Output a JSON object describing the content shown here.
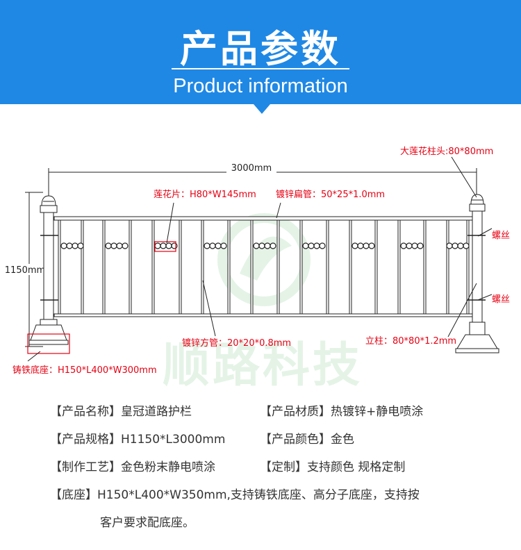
{
  "header": {
    "title_cn": "产品参数",
    "title_en": "Product information"
  },
  "watermark": "顺路科技",
  "diagram": {
    "width_label": "3000mm",
    "height_label": "1150mm",
    "post_head_label": "大莲花柱头:80*80mm",
    "lotus_label": "莲花片：H80*W145mm",
    "flat_tube_label": "镀锌扁管：50*25*1.0mm",
    "screw_label_1": "螺丝",
    "screw_label_2": "螺丝",
    "square_tube_label": "镀锌方管：20*20*0.8mm",
    "post_label": "立柱：80*80*1.2mm",
    "base_label": "铸铁底座：H150*L400*W300mm",
    "colors": {
      "red": "#e60012",
      "line": "#222222",
      "banner": "#1f88e5"
    }
  },
  "specs": {
    "rows": [
      {
        "left": "【产品名称】皇冠道路护栏",
        "right": "【产品材质】热镀锌+静电喷涂"
      },
      {
        "left": "【产品规格】H1150*L3000mm",
        "right": "【产品颜色】金色"
      },
      {
        "left": "【制作工艺】金色粉末静电喷涂",
        "right": "【定制】支持颜色 规格定制"
      }
    ],
    "base_line1": "【底座】H150*L400*W350mm,支持铸铁底座、高分子底座，支持按",
    "base_line2": "客户要求配底座。"
  }
}
